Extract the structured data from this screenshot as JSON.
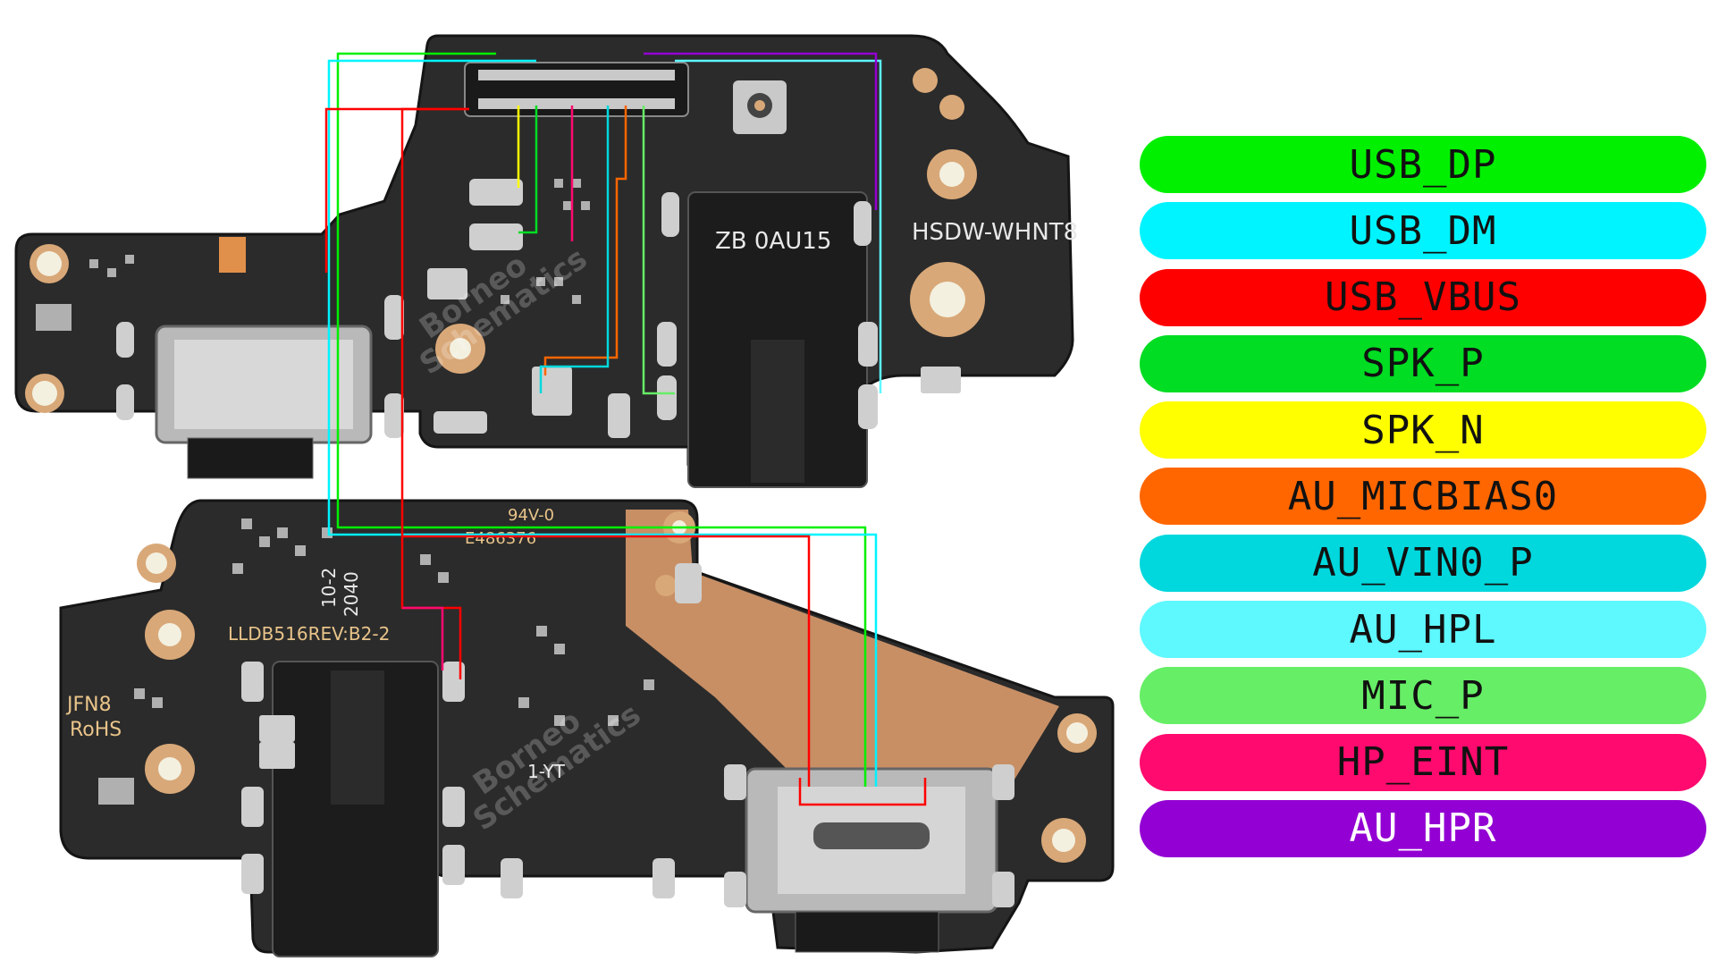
{
  "legend": {
    "items": [
      {
        "label": "USB_DP",
        "color": "#00f000"
      },
      {
        "label": "USB_DM",
        "color": "#00f4ff"
      },
      {
        "label": "USB_VBUS",
        "color": "#ff0000"
      },
      {
        "label": "SPK_P",
        "color": "#00dd22"
      },
      {
        "label": "SPK_N",
        "color": "#ffff00"
      },
      {
        "label": "AU_MICBIAS0",
        "color": "#ff6600"
      },
      {
        "label": "AU_VIN0_P",
        "color": "#00d8dd"
      },
      {
        "label": "AU_HPL",
        "color": "#5ef8ff"
      },
      {
        "label": "MIC_P",
        "color": "#66ee66"
      },
      {
        "label": "HP_EINT",
        "color": "#ff0a6e"
      },
      {
        "label": "AU_HPR",
        "color": "#9300d3"
      }
    ]
  },
  "board_top": {
    "silkscreen_1": "HSDW-WHNT8",
    "silkscreen_2": "ZB 0AU15"
  },
  "board_bottom": {
    "silkscreen_1": "94V-0",
    "silkscreen_2": "E486376",
    "silkscreen_3": "LLDB516REV:B2-2",
    "silkscreen_4": "JFN8",
    "silkscreen_5": "RoHS",
    "silkscreen_6": "10-2",
    "silkscreen_7": "2040",
    "silkscreen_8": "1-YT"
  },
  "watermark": {
    "line1": "Borneo",
    "line2": "Schematics"
  },
  "colors": {
    "pcb": "#2a2a2a",
    "pcb_edge": "#1d1d1d",
    "gold": "#d9a878",
    "pad": "#c8c8c8"
  }
}
